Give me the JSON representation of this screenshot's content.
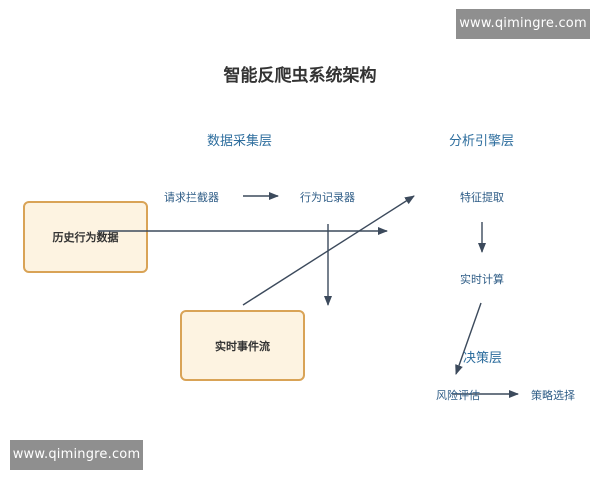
{
  "watermarks": {
    "top": "www.qimingre.com",
    "bottom": "www.qimingre.com"
  },
  "title": "智能反爬虫系统架构",
  "layers": {
    "data_collection": "数据采集层",
    "analysis_engine": "分析引擎层",
    "decision": "决策层"
  },
  "nodes": {
    "request_interceptor": "请求拦截器",
    "behavior_recorder": "行为记录器",
    "feature_extraction": "特征提取",
    "realtime_compute": "实时计算",
    "risk_assessment": "风险评估",
    "strategy_selection": "策略选择",
    "history_data": "历史行为数据",
    "realtime_event_stream": "实时事件流"
  },
  "colors": {
    "box_fill": "#fdf3e1",
    "box_border": "#d9a356",
    "label_blue": "#2e5c86",
    "arrow": "#3c4a5c",
    "watermark_bg": "#8f8f8f"
  }
}
